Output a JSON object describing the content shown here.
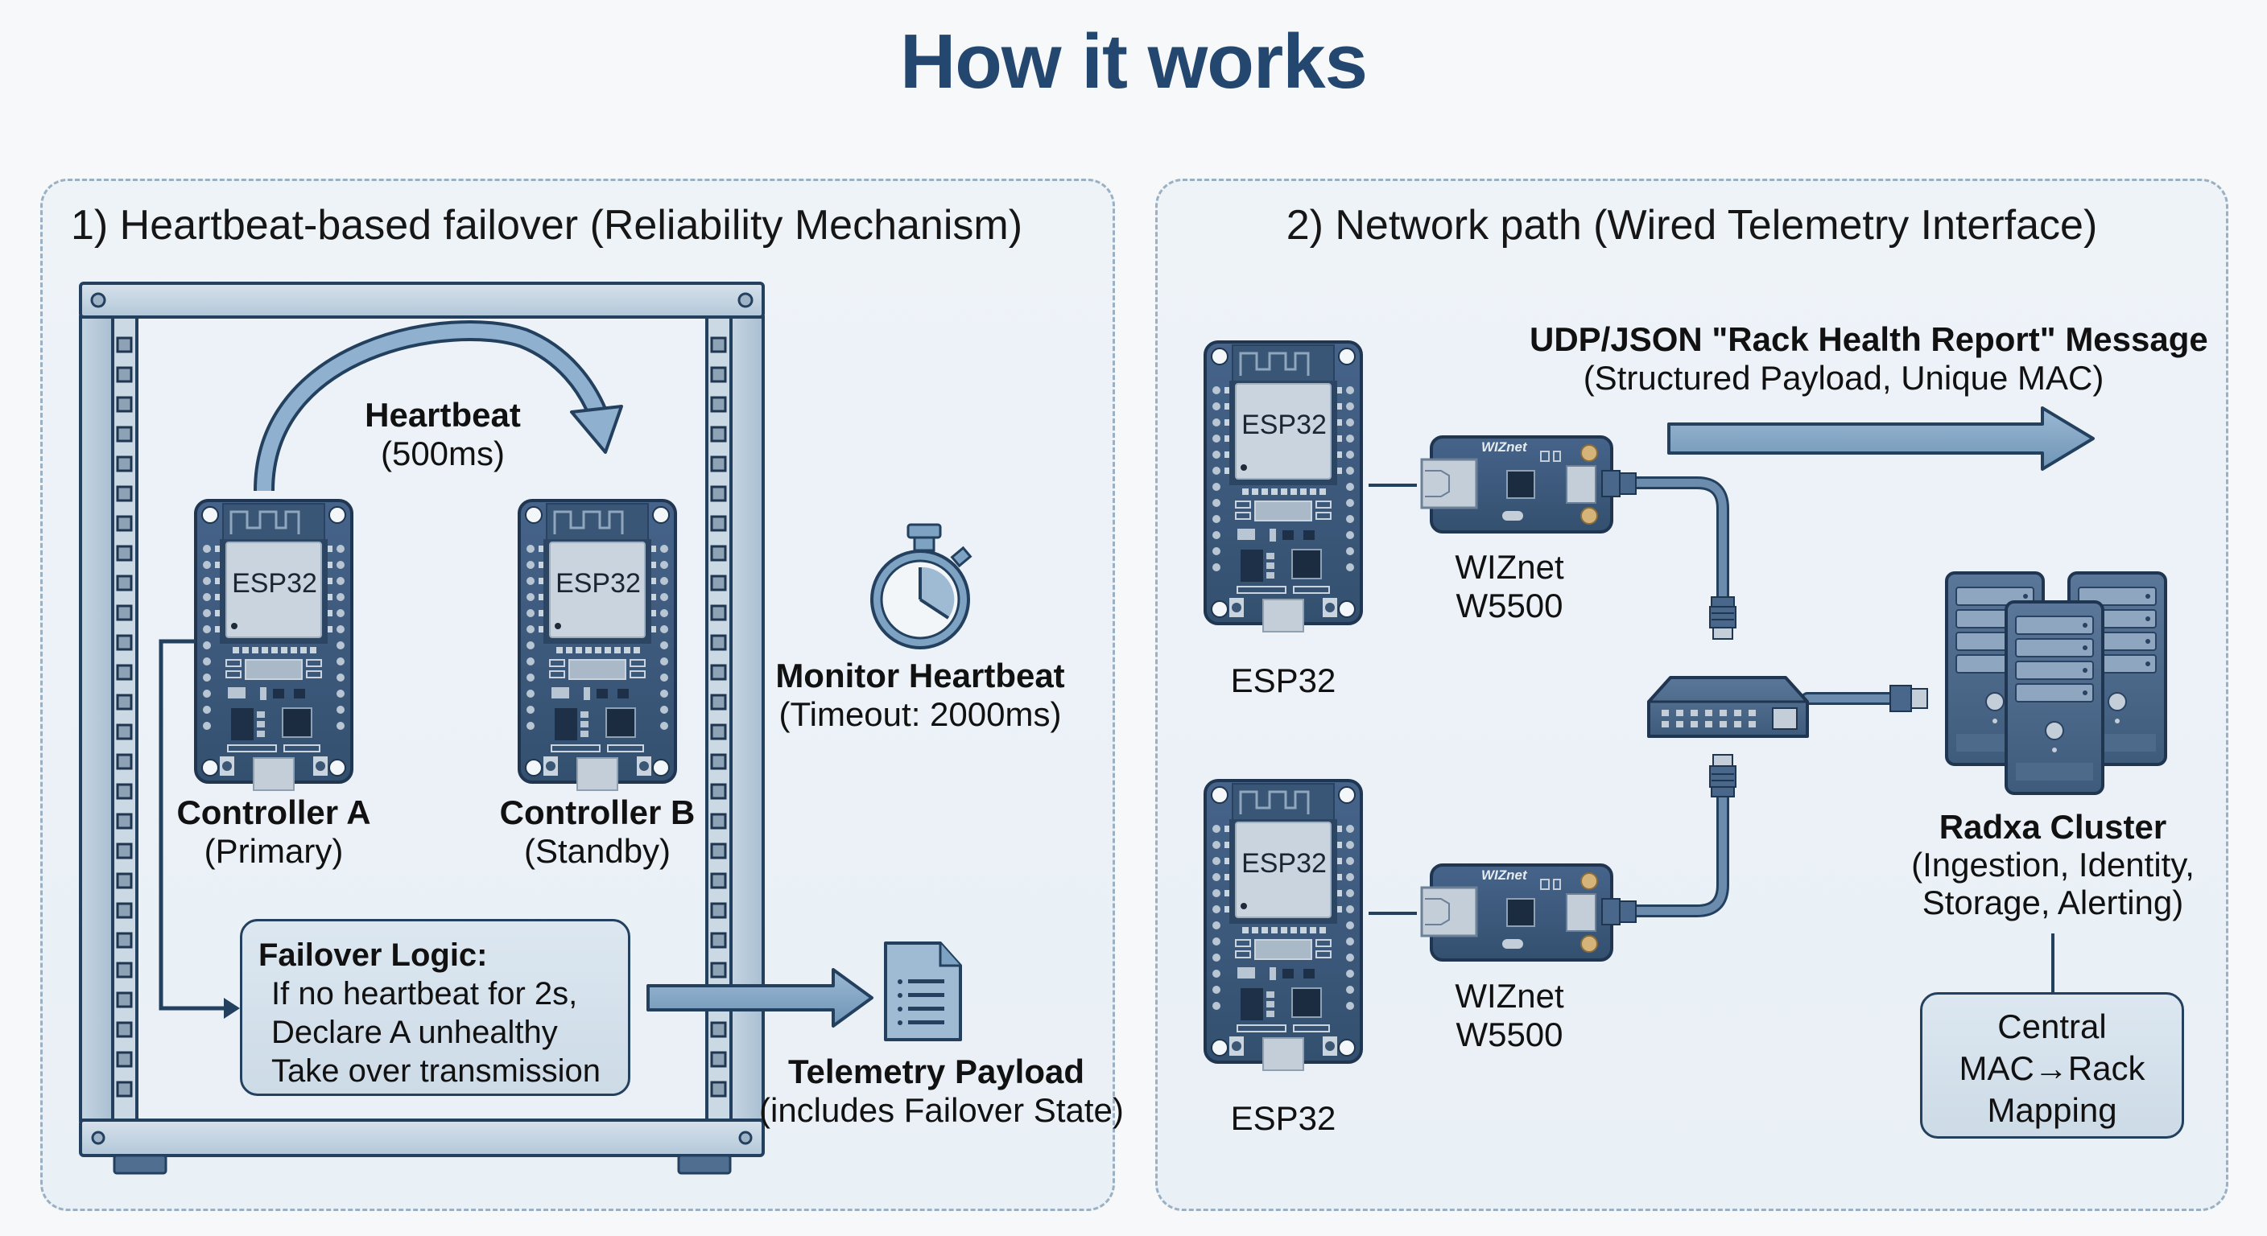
{
  "title": "How it works",
  "panel1": {
    "title": "1) Heartbeat-based failover (Reliability Mechanism)",
    "heartbeat": {
      "label": "Heartbeat",
      "interval": "(500ms)"
    },
    "controller_a": {
      "chip": "ESP32",
      "name": "Controller A",
      "role": "(Primary)"
    },
    "controller_b": {
      "chip": "ESP32",
      "name": "Controller B",
      "role": "(Standby)"
    },
    "monitor": {
      "label": "Monitor Heartbeat",
      "detail": "(Timeout: 2000ms)",
      "icon": "stopwatch-icon"
    },
    "failover": {
      "heading": "Failover Logic:",
      "lines": [
        "If no heartbeat for 2s,",
        "Declare A unhealthy",
        "Take over transmission"
      ]
    },
    "telemetry": {
      "label": "Telemetry Payload",
      "detail": "(includes Failover State)",
      "icon": "document-icon"
    }
  },
  "panel2": {
    "title": "2) Network path (Wired Telemetry Interface)",
    "message": {
      "label": "UDP/JSON \"Rack Health Report\" Message",
      "detail": "(Structured Payload, Unique MAC)"
    },
    "esp_top": {
      "chip": "ESP32",
      "label": "ESP32"
    },
    "esp_bottom": {
      "chip": "ESP32",
      "label": "ESP32"
    },
    "wiz_top": {
      "brand": "WIZnet",
      "line1": "WIZnet",
      "line2": "W5500"
    },
    "wiz_bottom": {
      "brand": "WIZnet",
      "line1": "WIZnet",
      "line2": "W5500"
    },
    "cluster": {
      "label": "Radxa Cluster",
      "line1": "(Ingestion, Identity,",
      "line2": "Storage, Alerting)"
    },
    "mapping": {
      "line1": "Central",
      "line2": "MAC→Rack",
      "line3": "Mapping"
    }
  },
  "colors": {
    "title": "#24476f",
    "pcb": "#3d5a7a",
    "accent": "#7ea2c2",
    "outline": "#23405f"
  }
}
